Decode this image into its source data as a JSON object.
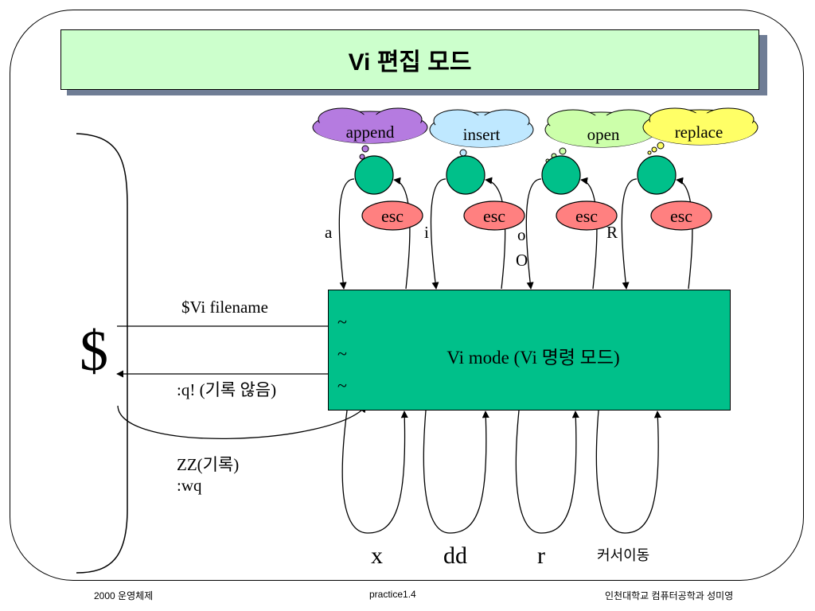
{
  "title": "Vi 편집 모드",
  "vi_mode_label": "Vi  mode (Vi 명령 모드)",
  "tildes": [
    "~",
    "~",
    "~"
  ],
  "shell_prompt": "$",
  "arrows": {
    "enter": "$Vi filename",
    "quit_no_save": ":q! (기록 않음)",
    "save_quit_1": "ZZ(기록)",
    "save_quit_2": ":wq"
  },
  "modes": [
    {
      "cloud": "append",
      "cloud_color": "#b57be0",
      "key": "a",
      "key2": "",
      "esc": "esc"
    },
    {
      "cloud": "insert",
      "cloud_color": "#bfe8ff",
      "key": "i",
      "key2": "",
      "esc": "esc"
    },
    {
      "cloud": "open",
      "cloud_color": "#ccffaa",
      "key": "o",
      "key2": "O",
      "esc": "esc"
    },
    {
      "cloud": "replace",
      "cloud_color": "#ffff66",
      "key": "R",
      "key2": "",
      "esc": "esc"
    }
  ],
  "commands": [
    "x",
    "dd",
    "r",
    "커서이동"
  ],
  "footer": {
    "left": "2000 운영체제",
    "center": "practice1.4",
    "right": "인천대학교 컴퓨터공학과 성미영"
  },
  "colors": {
    "title_bg": "#ccffcc",
    "title_shadow": "#6f7d95",
    "vi_box": "#00c08a",
    "state_circle": "#00c08a",
    "esc_oval": "#ff8080"
  }
}
